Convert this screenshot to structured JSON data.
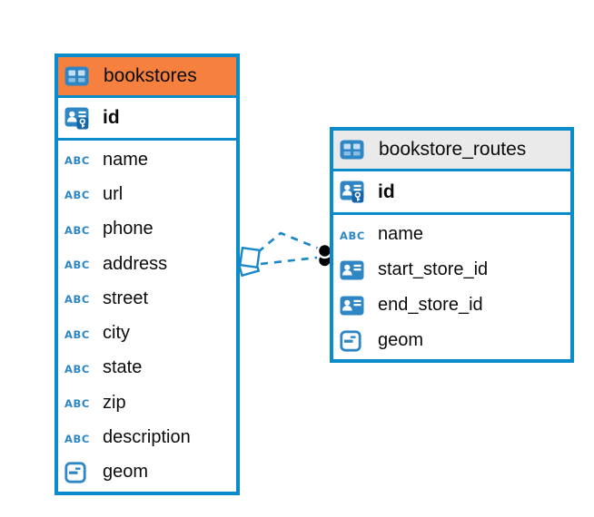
{
  "diagram": {
    "tables": [
      {
        "name": "bookstores",
        "header_bg": "#F6813E",
        "columns": [
          {
            "name": "id",
            "icon": "primary-key-icon",
            "primary": true
          },
          {
            "name": "name",
            "icon": "text-abc-icon"
          },
          {
            "name": "url",
            "icon": "text-abc-icon"
          },
          {
            "name": "phone",
            "icon": "text-abc-icon"
          },
          {
            "name": "address",
            "icon": "text-abc-icon"
          },
          {
            "name": "street",
            "icon": "text-abc-icon"
          },
          {
            "name": "city",
            "icon": "text-abc-icon"
          },
          {
            "name": "state",
            "icon": "text-abc-icon"
          },
          {
            "name": "zip",
            "icon": "text-abc-icon"
          },
          {
            "name": "description",
            "icon": "text-abc-icon"
          },
          {
            "name": "geom",
            "icon": "geometry-icon"
          }
        ]
      },
      {
        "name": "bookstore_routes",
        "header_bg": "#EAEAEA",
        "columns": [
          {
            "name": "id",
            "icon": "primary-key-icon",
            "primary": true
          },
          {
            "name": "name",
            "icon": "text-abc-icon"
          },
          {
            "name": "start_store_id",
            "icon": "reference-icon"
          },
          {
            "name": "end_store_id",
            "icon": "reference-icon"
          },
          {
            "name": "geom",
            "icon": "geometry-icon"
          }
        ]
      }
    ],
    "connector": {
      "style": "dashed",
      "color": "#1987C9",
      "line_count": 2
    },
    "colors": {
      "table_border": "#0A8CCB",
      "icon_blue": "#2E86C5",
      "left_header_bg": "#F6813E",
      "right_header_bg": "#EAEAEA"
    }
  }
}
